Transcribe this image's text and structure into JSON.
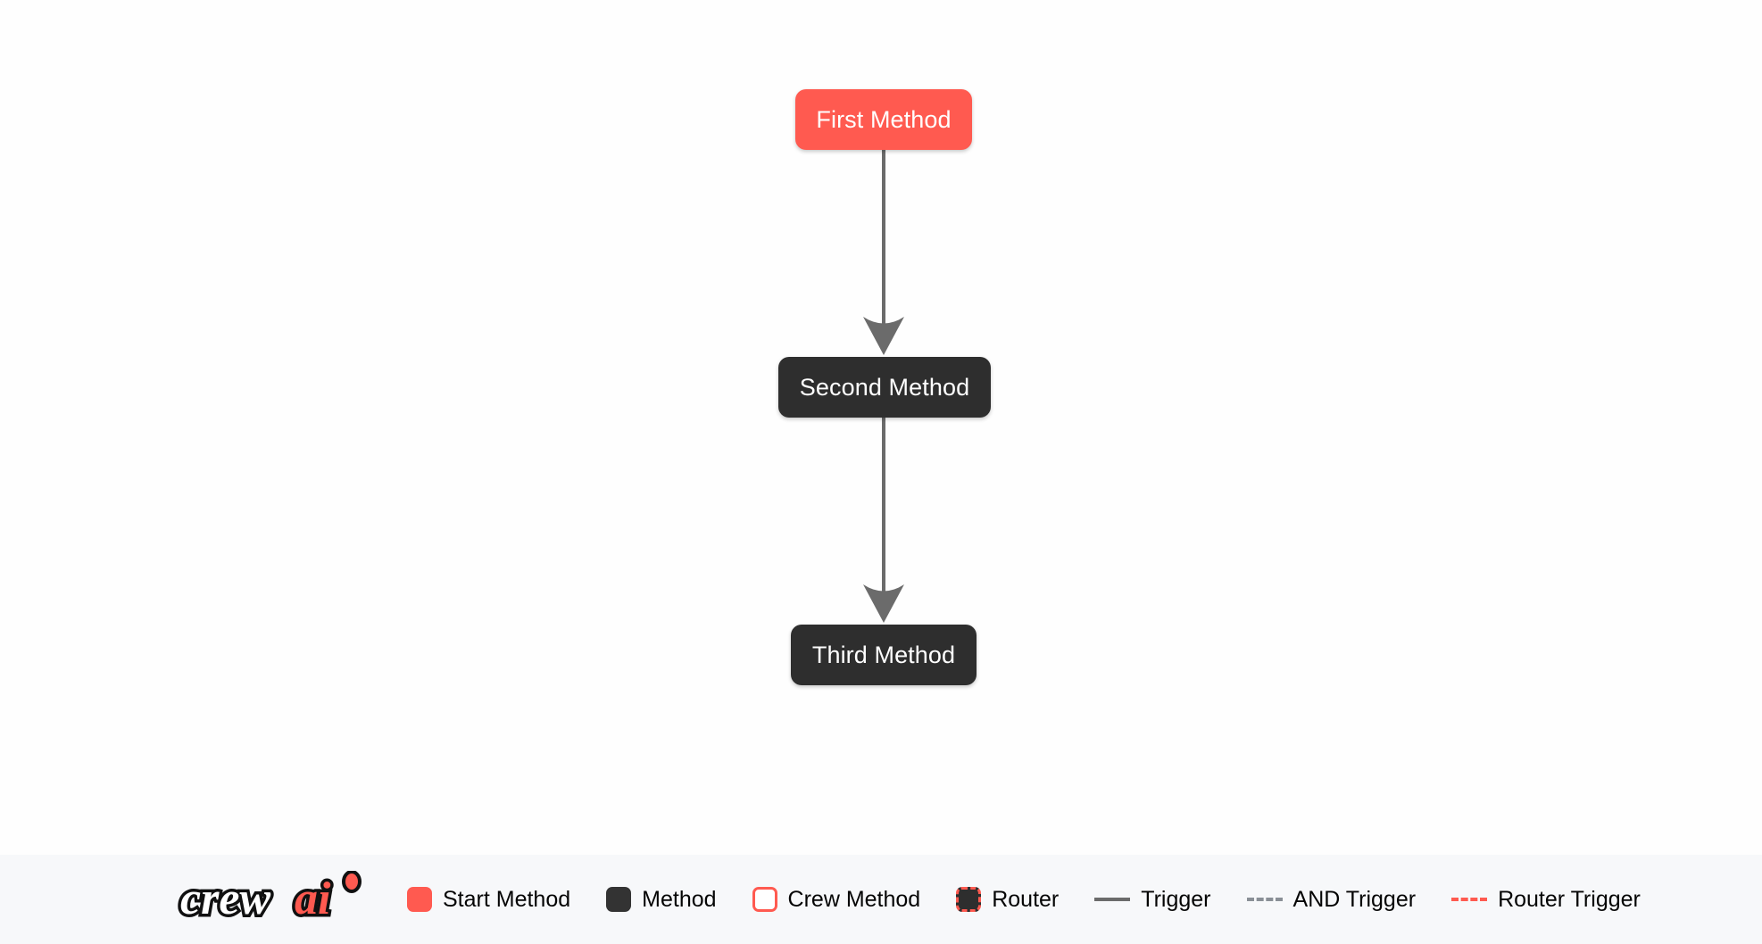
{
  "canvas": {
    "background": "#fefefe",
    "nodes": [
      {
        "id": "first",
        "label": "First Method",
        "type": "start-method",
        "color": "#ff5a50"
      },
      {
        "id": "second",
        "label": "Second Method",
        "type": "method",
        "color": "#2e2e2e"
      },
      {
        "id": "third",
        "label": "Third Method",
        "type": "method",
        "color": "#2e2e2e"
      }
    ],
    "edges": [
      {
        "from": "first",
        "to": "second",
        "style": "trigger",
        "color": "#6b6b6b"
      },
      {
        "from": "second",
        "to": "third",
        "style": "trigger",
        "color": "#6b6b6b"
      }
    ]
  },
  "legend": {
    "brand": {
      "name": "crewai",
      "text_dark": "crew",
      "text_accent": "ai",
      "accent_color": "#ff5a50"
    },
    "items": [
      {
        "label": "Start Method",
        "swatch": "filled-red",
        "color": "#ff5a50"
      },
      {
        "label": "Method",
        "swatch": "filled-dark",
        "color": "#333333"
      },
      {
        "label": "Crew Method",
        "swatch": "outlined-red",
        "color": "#ff5a50"
      },
      {
        "label": "Router",
        "swatch": "dashed-red",
        "color": "#ff5a50"
      },
      {
        "label": "Trigger",
        "swatch": "line-solid",
        "color": "#6b6b6b"
      },
      {
        "label": "AND Trigger",
        "swatch": "line-dashed",
        "color": "#8a8f96"
      },
      {
        "label": "Router Trigger",
        "swatch": "line-dashed",
        "color": "#ff5a50"
      }
    ]
  }
}
